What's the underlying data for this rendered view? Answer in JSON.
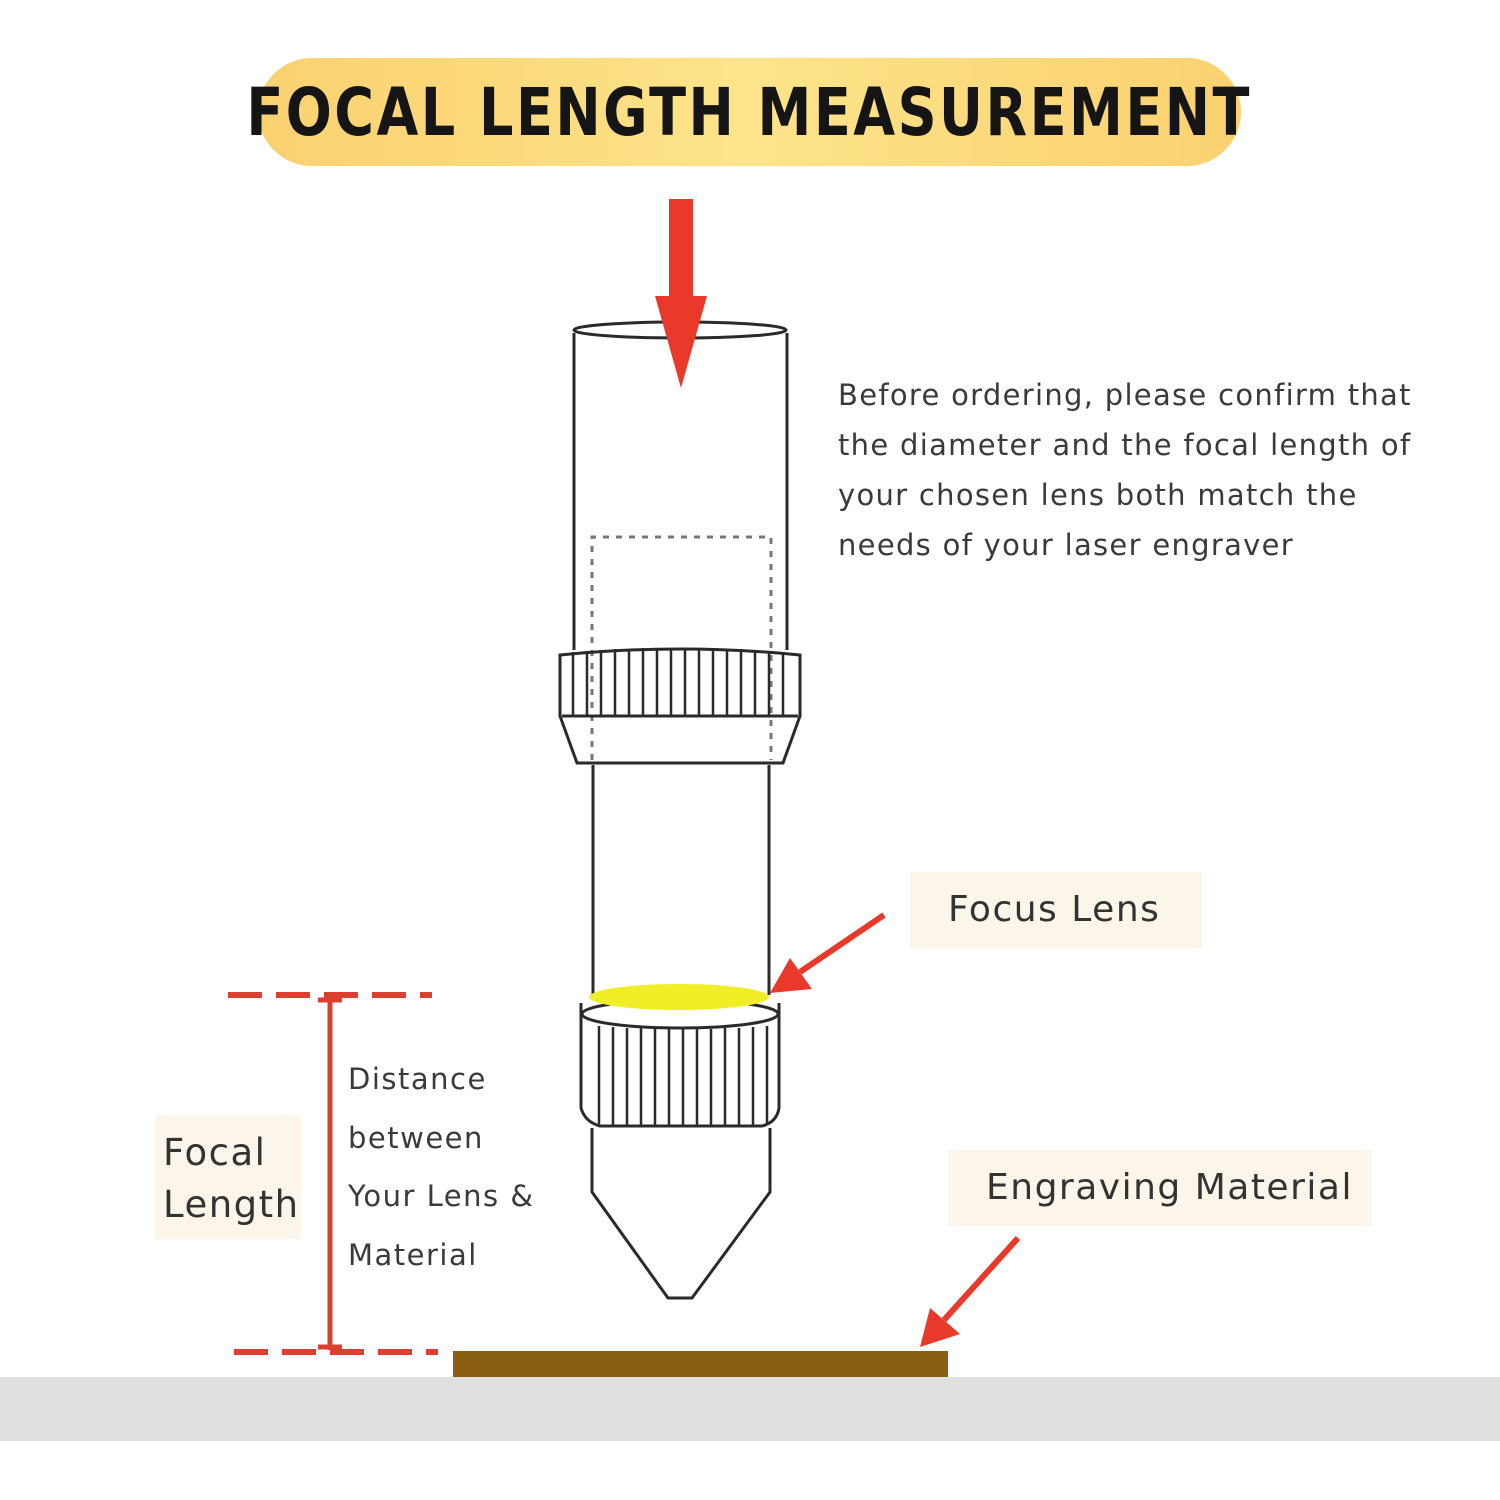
{
  "title": "FOCAL LENGTH MEASUREMENT",
  "note": "Before ordering, please confirm that the diameter and the focal length of your chosen lens both match the needs of your laser engraver",
  "labels": {
    "focus_lens": "Focus Lens",
    "engraving_material": "Engraving Material",
    "focal_length_line1": "Focal",
    "focal_length_line2": "Length",
    "distance_line1": "Distance",
    "distance_line2": "between",
    "distance_line3": "Your Lens &",
    "distance_line4": "Material"
  },
  "colors": {
    "arrow": "#e8392a",
    "focal_marker": "#d9402f",
    "lens": "#f1ee27",
    "material": "#8a5e13",
    "ground": "#e1e0e0",
    "banner": "#fbd170"
  },
  "icons": {
    "beam_arrow": "arrow-down-icon",
    "lens_pointer": "arrow-icon",
    "material_pointer": "arrow-icon"
  }
}
